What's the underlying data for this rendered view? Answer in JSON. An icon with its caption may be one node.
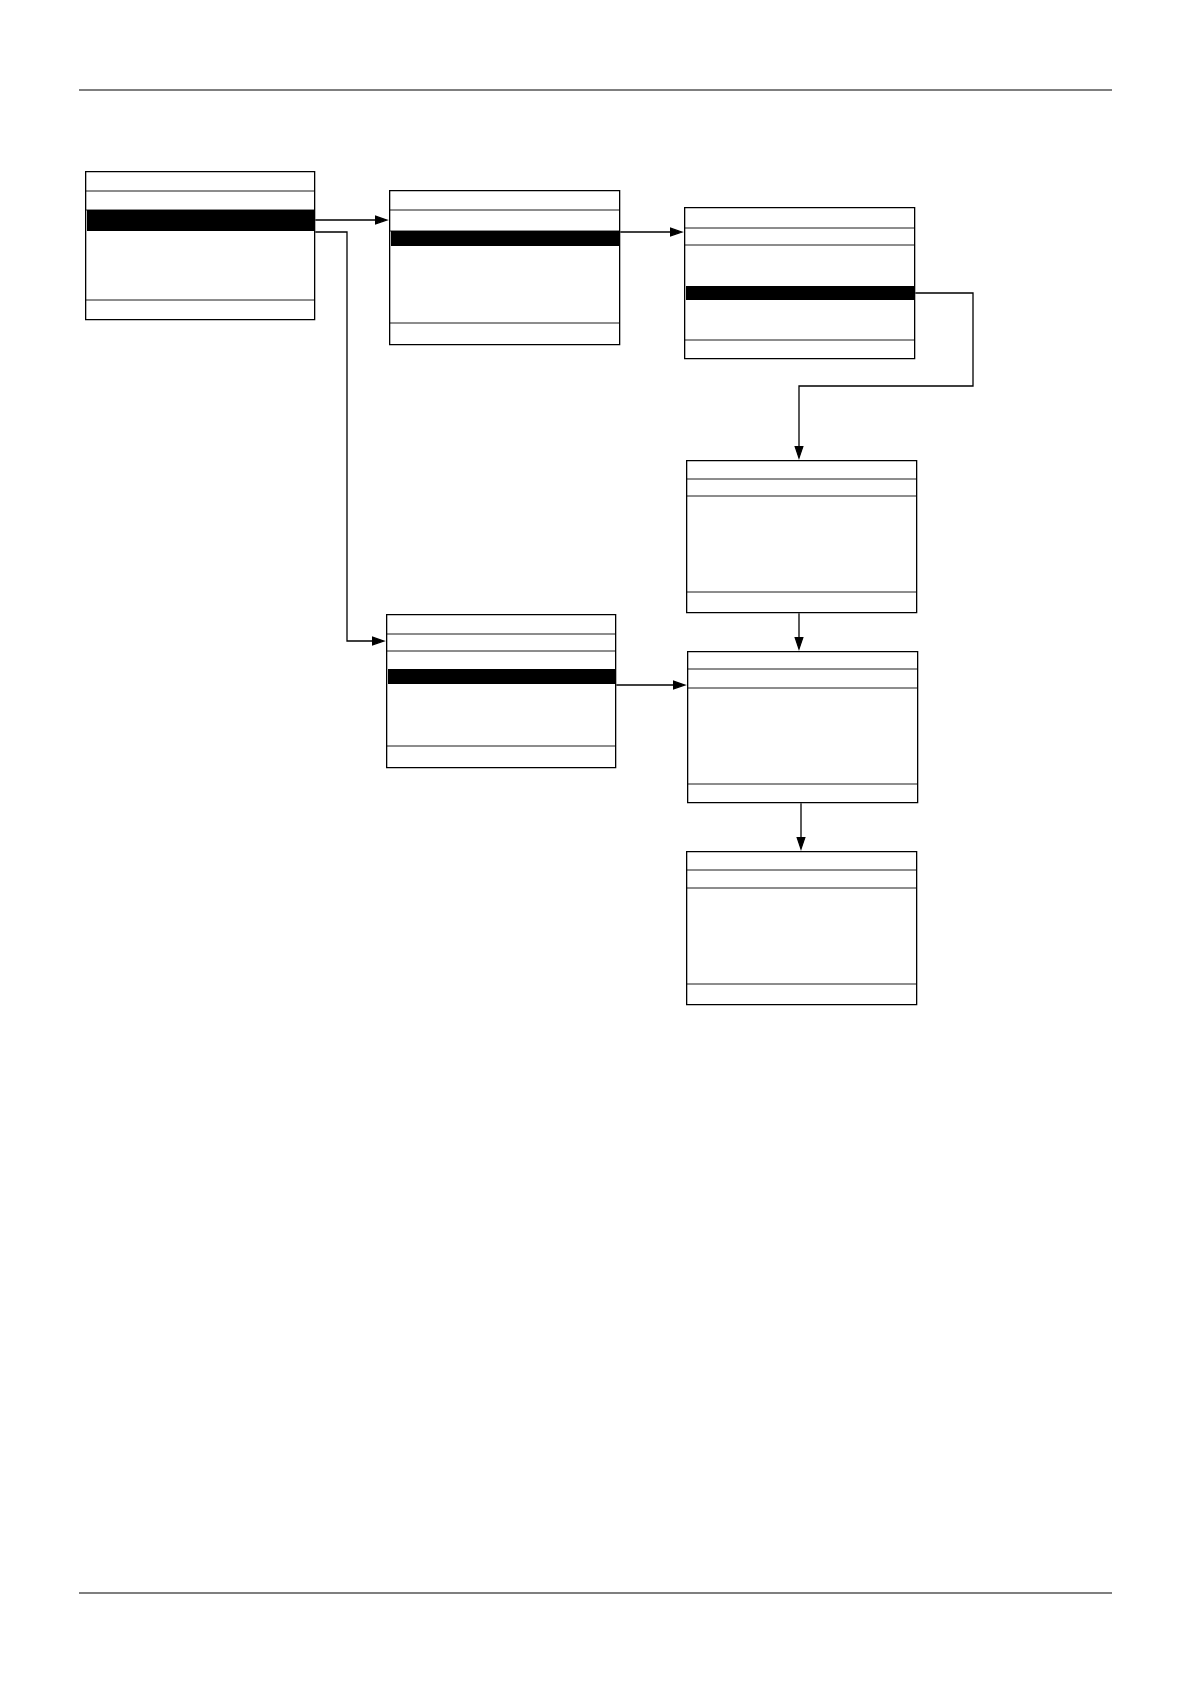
{
  "diagram": {
    "nodes": [
      {
        "text": [],
        "shape": "box"
      },
      {
        "text": [],
        "shape": "box"
      },
      {
        "text": [],
        "shape": "box"
      },
      {
        "text": [],
        "shape": "box"
      },
      {
        "text": [],
        "shape": "box"
      },
      {
        "text": [],
        "shape": "box"
      },
      {
        "text": [],
        "shape": "box"
      }
    ],
    "edges": [
      {
        "from": 0,
        "to": 1,
        "arrow": "to"
      },
      {
        "from": 0,
        "to": 4,
        "arrow": "to"
      },
      {
        "from": 1,
        "to": 2,
        "arrow": "to"
      },
      {
        "from": 2,
        "to": 3,
        "arrow": "to"
      },
      {
        "from": 3,
        "to": 5,
        "arrow": "to"
      },
      {
        "from": 4,
        "to": 5,
        "arrow": "to"
      },
      {
        "from": 5,
        "to": 6,
        "arrow": "to"
      }
    ]
  }
}
